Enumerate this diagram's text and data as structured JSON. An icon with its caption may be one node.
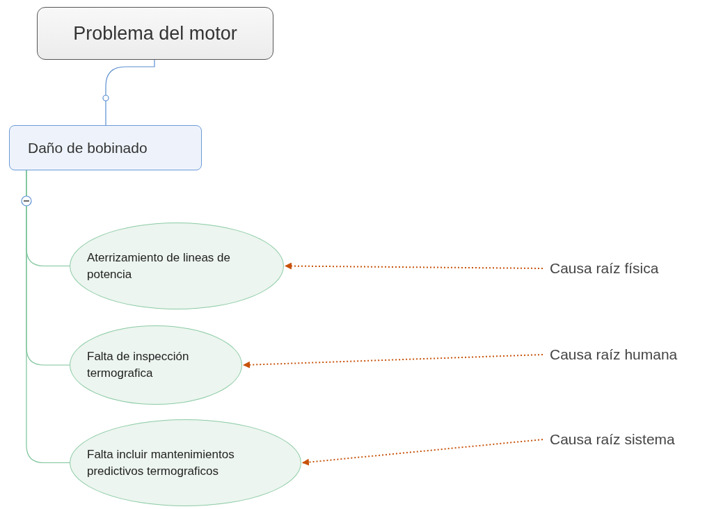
{
  "diagram": {
    "nodes": [
      {
        "text": [
          "Problema del motor"
        ]
      },
      {
        "text": [
          "Daño de bobinado"
        ]
      },
      {
        "text": [
          "Aterrizamiento de lineas de potencia"
        ]
      },
      {
        "text": [
          "Falta de inspección termografica"
        ]
      },
      {
        "text": [
          "Falta incluir mantenimientos predictivos termograficos"
        ]
      },
      {
        "text": [
          "Causa raíz física"
        ]
      },
      {
        "text": [
          "Causa raíz humana"
        ]
      },
      {
        "text": [
          "Causa raíz sistema"
        ]
      }
    ],
    "edges": [
      {
        "from": 0,
        "to": 1,
        "arrow": "none",
        "color": "#5b8fd0"
      },
      {
        "from": 1,
        "to": 2,
        "arrow": "none",
        "color": "#7cc49a"
      },
      {
        "from": 1,
        "to": 3,
        "arrow": "none",
        "color": "#7cc49a"
      },
      {
        "from": 1,
        "to": 4,
        "arrow": "none",
        "color": "#7cc49a"
      },
      {
        "from": 5,
        "to": 2,
        "arrow": "to",
        "style": "dashed",
        "color": "#c8520a"
      },
      {
        "from": 6,
        "to": 3,
        "arrow": "to",
        "style": "dashed",
        "color": "#c8520a"
      },
      {
        "from": 7,
        "to": 4,
        "arrow": "to",
        "style": "dashed",
        "color": "#c8520a"
      }
    ]
  }
}
